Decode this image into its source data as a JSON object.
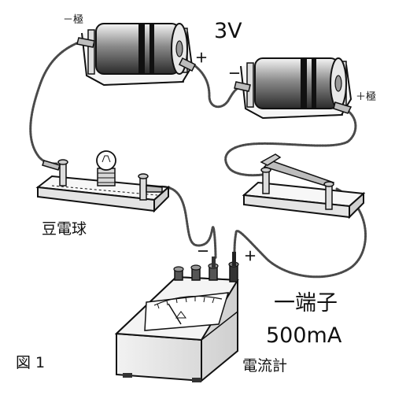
{
  "labels": {
    "negative_pole": "－極",
    "voltage": "3V",
    "positive_bat1": "＋",
    "negative_bat2": "－",
    "positive_pole": "＋極",
    "bulb": "豆電球",
    "meter_negative": "－",
    "meter_positive": "＋",
    "terminal": "一端子",
    "range": "500mA",
    "figure": "図 1",
    "meter": "電流計"
  },
  "colors": {
    "line": "#111111",
    "wire": "#4a4a4a",
    "metal": "#bdbdbd",
    "paper": "#ffffff"
  }
}
